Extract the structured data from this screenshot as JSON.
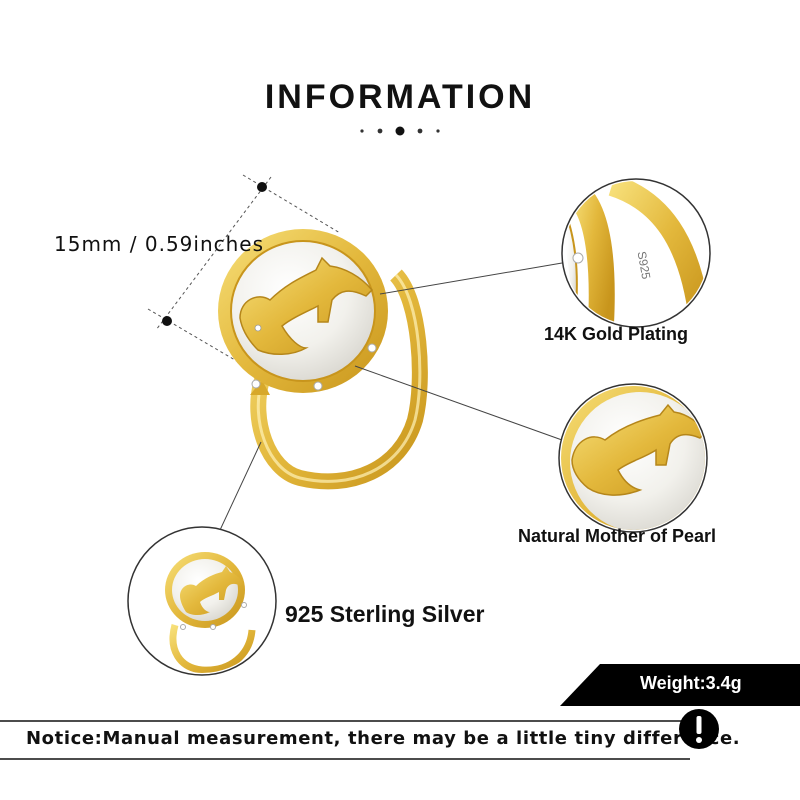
{
  "header": {
    "title": "INFORMATION"
  },
  "dimension": {
    "label": "15mm / 0.59inches"
  },
  "features": [
    {
      "label": "14K Gold Plating",
      "icon": "gold-plating-closeup"
    },
    {
      "label": "Natural Mother of Pearl",
      "icon": "pearl-closeup"
    },
    {
      "label": "925 Sterling Silver",
      "icon": "ring-thumbnail"
    }
  ],
  "spec": {
    "weight": "Weight:3.4g"
  },
  "notice": {
    "text": "Notice:Manual measurement, there may be a little tiny difference.",
    "icon": "exclamation-icon"
  },
  "colors": {
    "gold": "#e9c44c",
    "gold_dark": "#c99a1e",
    "pearl": "#f4f3ef",
    "black": "#000000"
  }
}
